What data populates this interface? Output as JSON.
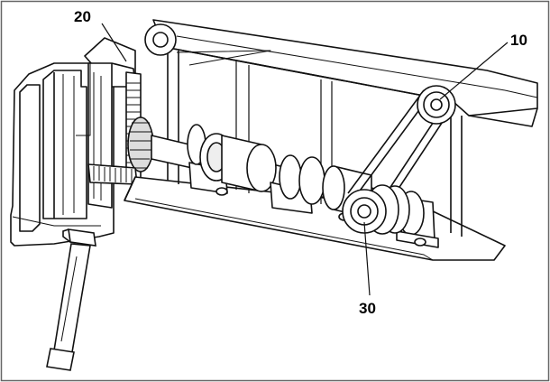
{
  "labels": {
    "l10": "10",
    "l20": "20",
    "l30": "30"
  },
  "colors": {
    "line": "#111111",
    "frame": "#666666",
    "background": "#ffffff"
  }
}
